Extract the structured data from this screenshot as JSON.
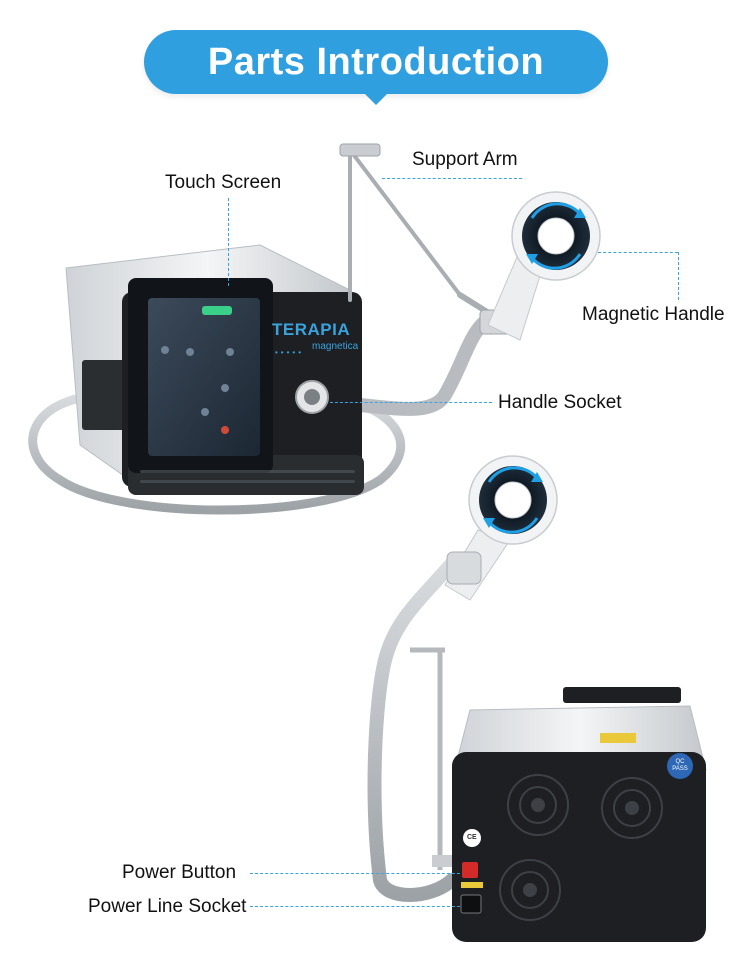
{
  "header": {
    "title": "Parts Introduction"
  },
  "labels": {
    "touch_screen": "Touch Screen",
    "support_arm": "Support Arm",
    "magnetic_handle": "Magnetic Handle",
    "handle_socket": "Handle Socket",
    "power_button": "Power Button",
    "power_line_socket": "Power Line Socket"
  },
  "device": {
    "brand": "TERAPIA",
    "brand_sub": "magnetica",
    "ce_mark": "CE",
    "qc_badge_line1": "QC",
    "qc_badge_line2": "PASS"
  },
  "colors": {
    "accent": "#2f9fe0",
    "leader": "#3aa3dd",
    "body_dark": "#1d1f22",
    "body_light": "#e6e8ea",
    "ring_blue": "#1fa0e6"
  }
}
